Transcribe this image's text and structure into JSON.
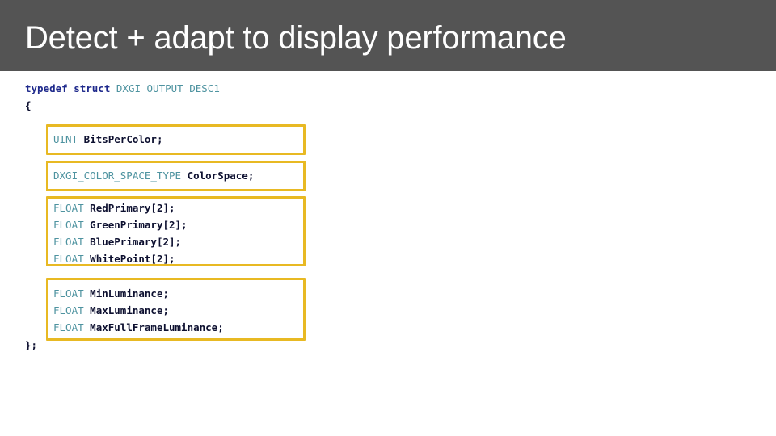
{
  "slide": {
    "title": "Detect + adapt to display performance",
    "title_bar_color": "#545454",
    "title_text_color": "#ffffff",
    "background_color": "#ffffff"
  },
  "highlight": {
    "border_color": "#e8b923"
  },
  "syntax_colors": {
    "keyword": "#1f2a8c",
    "type": "#4e93a0",
    "identifier": "#0d1030"
  },
  "code": {
    "struct_open": {
      "keyword_typedef": "typedef",
      "keyword_struct": "struct",
      "struct_name": "DXGI_OUTPUT_DESC1",
      "brace_open": "{",
      "ellipsis": "..."
    },
    "struct_close": "};",
    "groups": [
      {
        "name": "bits-per-color-group",
        "lines": [
          {
            "type": "UINT",
            "member": "BitsPerColor;"
          }
        ]
      },
      {
        "name": "color-space-group",
        "lines": [
          {
            "type": "DXGI_COLOR_SPACE_TYPE",
            "member": "ColorSpace;"
          }
        ]
      },
      {
        "name": "primaries-group",
        "lines": [
          {
            "type": "FLOAT",
            "member": "RedPrimary[2];"
          },
          {
            "type": "FLOAT",
            "member": "GreenPrimary[2];"
          },
          {
            "type": "FLOAT",
            "member": "BluePrimary[2];"
          },
          {
            "type": "FLOAT",
            "member": "WhitePoint[2];"
          }
        ]
      },
      {
        "name": "luminance-group",
        "lines": [
          {
            "type": "FLOAT",
            "member": "MinLuminance;"
          },
          {
            "type": "FLOAT",
            "member": "MaxLuminance;"
          },
          {
            "type": "FLOAT",
            "member": "MaxFullFrameLuminance;"
          }
        ]
      }
    ]
  }
}
